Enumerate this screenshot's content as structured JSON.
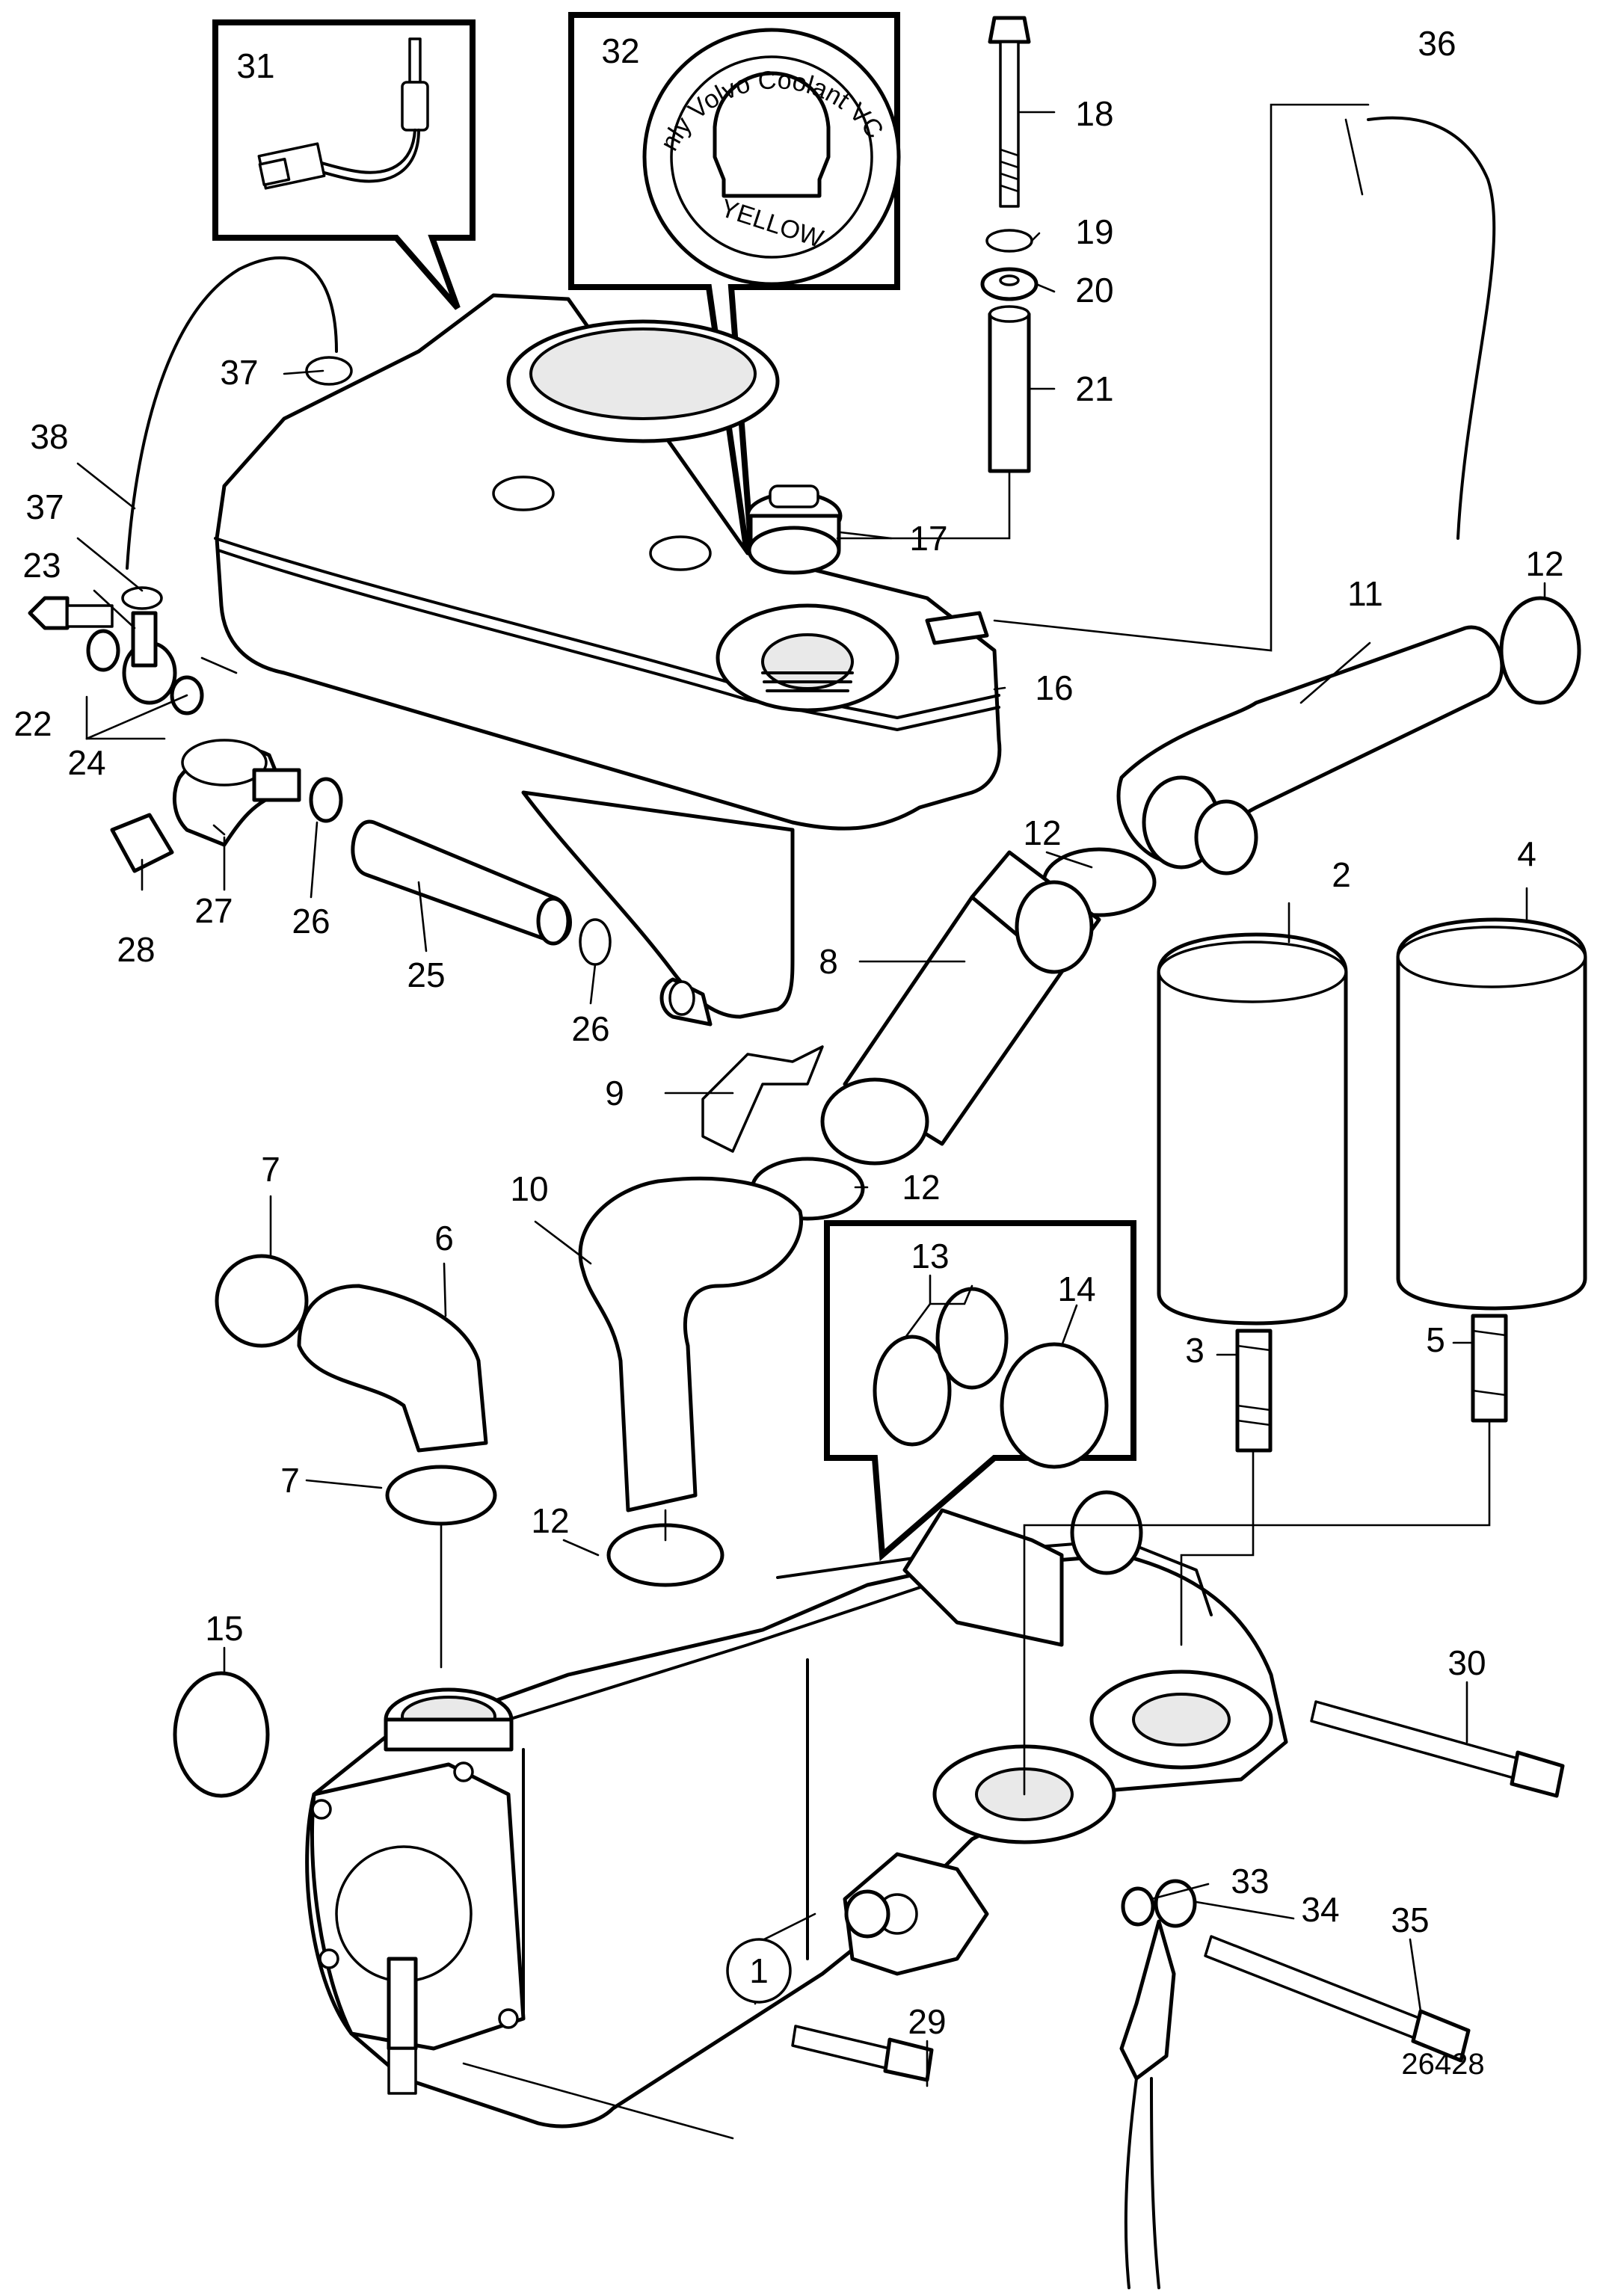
{
  "drawing_number": "26428",
  "callouts": [
    "1",
    "2",
    "3",
    "4",
    "5",
    "6",
    "7",
    "8",
    "9",
    "10",
    "11",
    "12",
    "13",
    "14",
    "15",
    "16",
    "17",
    "18",
    "19",
    "20",
    "21",
    "22",
    "23",
    "24",
    "25",
    "26",
    "27",
    "28",
    "29",
    "30",
    "31",
    "32",
    "33",
    "34",
    "35",
    "36",
    "37",
    "38"
  ],
  "cap_text": {
    "ring": "Only Volvo Coolant VCS",
    "color": "YELLOW"
  }
}
